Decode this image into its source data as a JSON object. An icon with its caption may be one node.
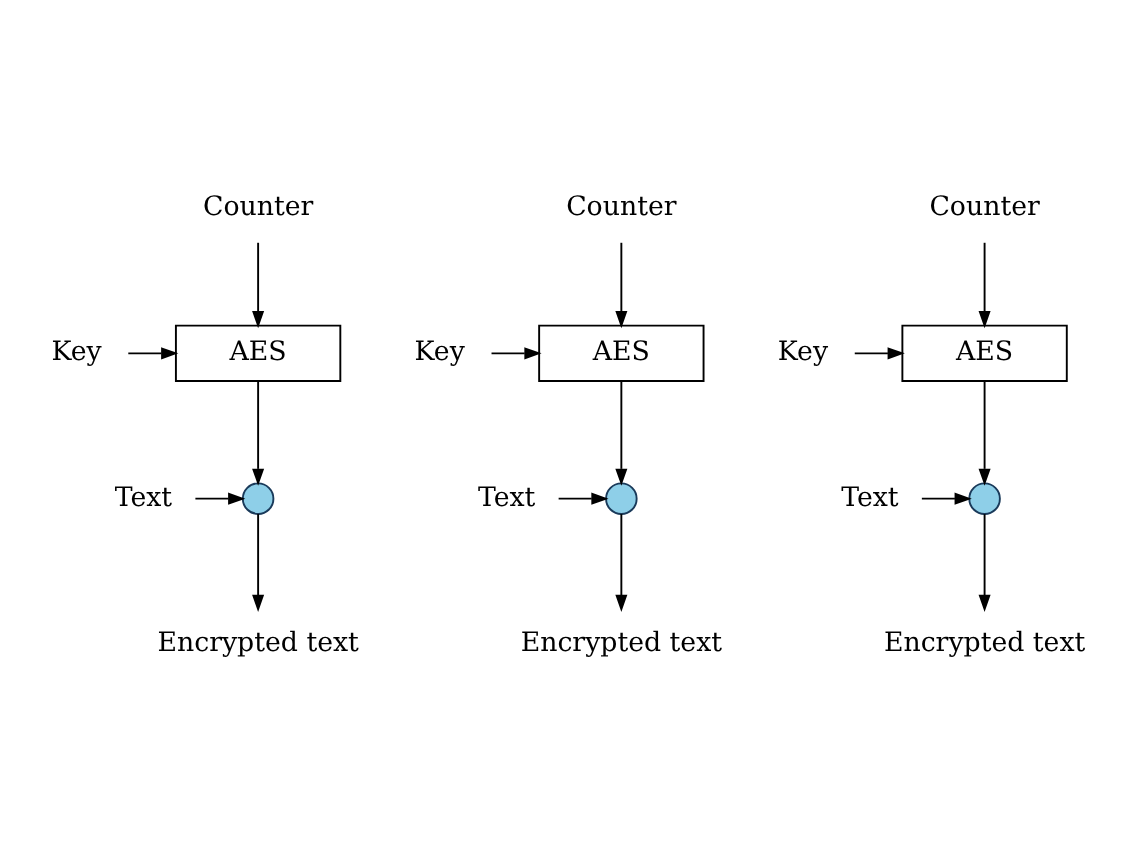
{
  "diagram": {
    "nodes": [
      {
        "text": [
          "Counter"
        ]
      },
      {
        "text": [
          "Key"
        ]
      },
      {
        "text": [
          "AES"
        ]
      },
      {
        "text": [
          "Text"
        ]
      },
      {
        "text": [],
        "shape": "circle"
      },
      {
        "text": [
          "Encrypted text"
        ]
      },
      {
        "text": [
          "Counter"
        ]
      },
      {
        "text": [
          "Key"
        ]
      },
      {
        "text": [
          "AES"
        ]
      },
      {
        "text": [
          "Text"
        ]
      },
      {
        "text": [],
        "shape": "circle"
      },
      {
        "text": [
          "Encrypted text"
        ]
      },
      {
        "text": [
          "Counter"
        ]
      },
      {
        "text": [
          "Key"
        ]
      },
      {
        "text": [
          "AES"
        ]
      },
      {
        "text": [
          "Text"
        ]
      },
      {
        "text": [],
        "shape": "circle"
      },
      {
        "text": [
          "Encrypted text"
        ]
      }
    ],
    "edges": [
      {
        "from": 0,
        "to": 2,
        "arrow": "to"
      },
      {
        "from": 1,
        "to": 2,
        "arrow": "to"
      },
      {
        "from": 2,
        "to": 4,
        "arrow": "to"
      },
      {
        "from": 3,
        "to": 4,
        "arrow": "to"
      },
      {
        "from": 4,
        "to": 5,
        "arrow": "to"
      },
      {
        "from": 6,
        "to": 8,
        "arrow": "to"
      },
      {
        "from": 7,
        "to": 8,
        "arrow": "to"
      },
      {
        "from": 8,
        "to": 10,
        "arrow": "to"
      },
      {
        "from": 9,
        "to": 10,
        "arrow": "to"
      },
      {
        "from": 10,
        "to": 11,
        "arrow": "to"
      },
      {
        "from": 12,
        "to": 14,
        "arrow": "to"
      },
      {
        "from": 13,
        "to": 14,
        "arrow": "to"
      },
      {
        "from": 14,
        "to": 16,
        "arrow": "to"
      },
      {
        "from": 15,
        "to": 16,
        "arrow": "to"
      },
      {
        "from": 16,
        "to": 17,
        "arrow": "to"
      }
    ]
  }
}
